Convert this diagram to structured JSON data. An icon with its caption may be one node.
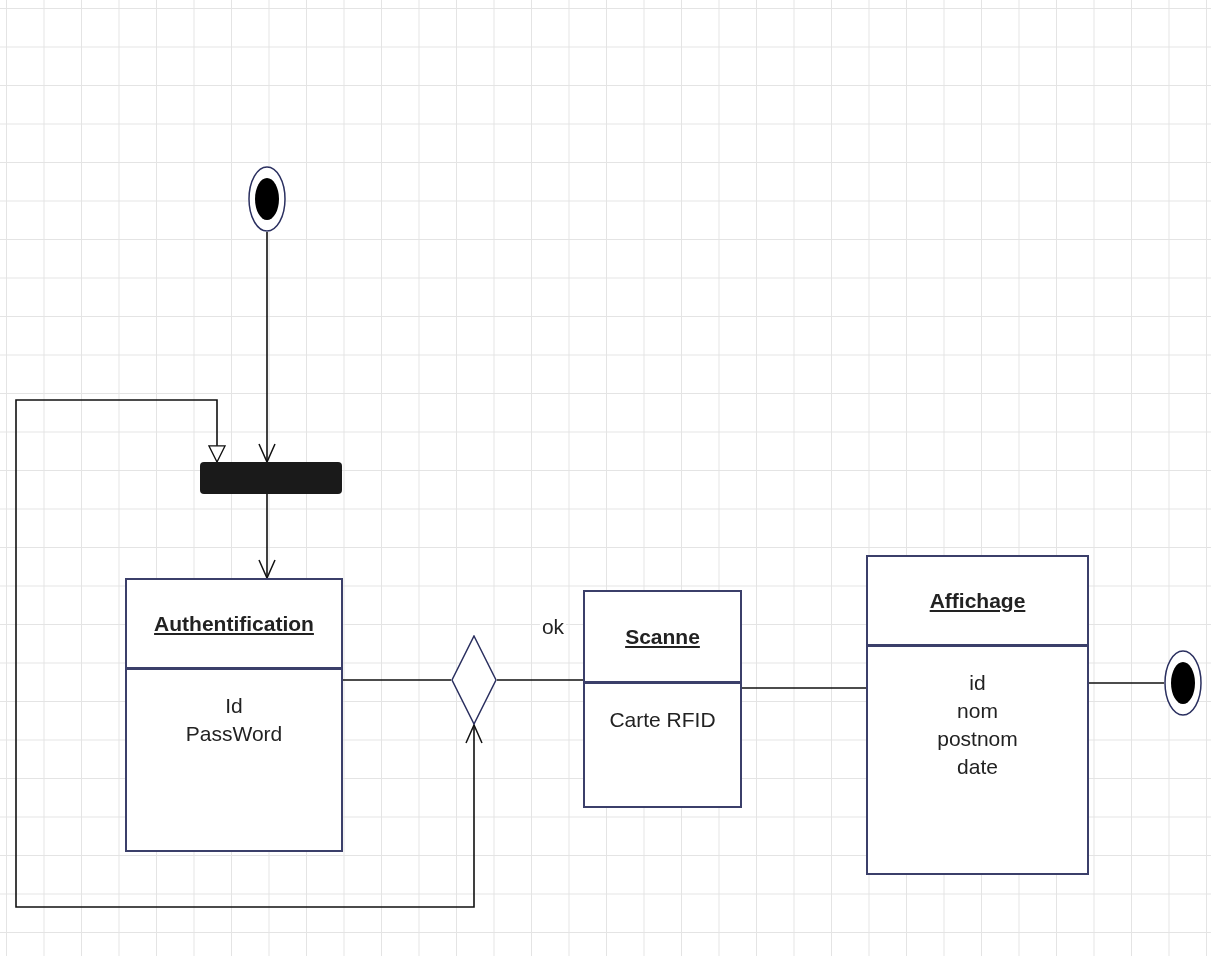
{
  "diagram": {
    "nodes": [
      {
        "text": [],
        "shape": "circle"
      },
      {
        "text": [],
        "shape": "bar"
      },
      {
        "text": [
          "Authentification",
          "Id",
          "PassWord"
        ]
      },
      {
        "text": [],
        "shape": "diamond"
      },
      {
        "text": [
          "Scanne",
          "Carte RFID"
        ]
      },
      {
        "text": [
          "Affichage",
          "id",
          "nom",
          "postnom",
          "date"
        ]
      },
      {
        "text": [],
        "shape": "circle"
      }
    ],
    "edges": [
      {
        "from": 0,
        "to": 1,
        "arrow": "to"
      },
      {
        "from": 1,
        "to": 2,
        "arrow": "to"
      },
      {
        "from": 2,
        "to": 3,
        "arrow": "none"
      },
      {
        "from": 3,
        "to": 4,
        "arrow": "none",
        "label": "ok"
      },
      {
        "from": 4,
        "to": 5,
        "arrow": "none"
      },
      {
        "from": 3,
        "to": 1,
        "arrow": "both"
      },
      {
        "from": 5,
        "to": 6,
        "arrow": "none"
      }
    ]
  }
}
